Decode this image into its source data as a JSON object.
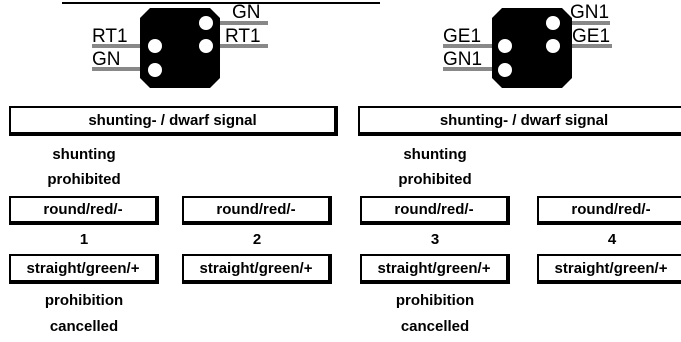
{
  "left_signal": {
    "labels": {
      "top_right": "GN",
      "mid_left": "RT1",
      "mid_right": "RT1",
      "bottom_left": "GN"
    }
  },
  "right_signal": {
    "labels": {
      "top_right": "GN1",
      "mid_left": "GE1",
      "mid_right": "GE1",
      "bottom_left": "GN1"
    }
  },
  "panels": [
    {
      "title": "shunting- / dwarf signal",
      "columns": [
        {
          "number": "1",
          "top_text": [
            "shunting",
            "prohibited"
          ],
          "round_label": "round/red/-",
          "straight_label": "straight/green/+",
          "bottom_text": [
            "prohibition",
            "cancelled"
          ]
        },
        {
          "number": "2",
          "round_label": "round/red/-",
          "straight_label": "straight/green/+"
        }
      ]
    },
    {
      "title": "shunting- / dwarf signal",
      "columns": [
        {
          "number": "3",
          "top_text": [
            "shunting",
            "prohibited"
          ],
          "round_label": "round/red/-",
          "straight_label": "straight/green/+",
          "bottom_text": [
            "prohibition",
            "cancelled"
          ]
        },
        {
          "number": "4",
          "round_label": "round/red/-",
          "straight_label": "straight/green/+"
        }
      ]
    }
  ]
}
